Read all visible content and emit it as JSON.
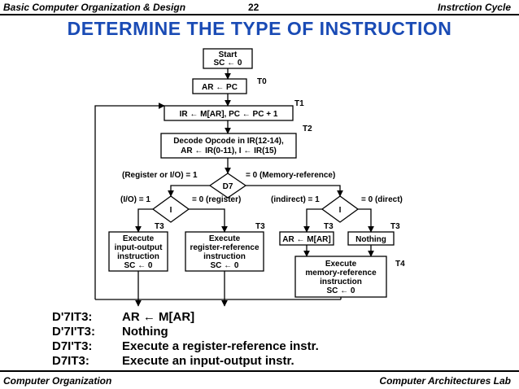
{
  "header": {
    "left": "Basic Computer Organization & Design",
    "page": "22",
    "right": "Instrction Cycle"
  },
  "title": "DETERMINE  THE  TYPE  OF  INSTRUCTION",
  "flow": {
    "start_line1": "Start",
    "start_line2": "SC ← 0",
    "t0_box": "AR ← PC",
    "t0": "T0",
    "t1_box": "IR ← M[AR],  PC ← PC + 1",
    "t1": "T1",
    "t2": "T2",
    "decode_line1": "Decode Opcode in IR(12-14),",
    "decode_line2": "AR ← IR(0-11),   I ← IR(15)",
    "d7": "D7",
    "d7_left": "(Register or I/O) = 1",
    "d7_right": "= 0 (Memory-reference)",
    "i_left": "I",
    "i_left_one": "(I/O) = 1",
    "i_left_zero": "= 0 (register)",
    "i_right": "I",
    "i_right_one": "(indirect) = 1",
    "i_right_zero": "= 0 (direct)",
    "t3": "T3",
    "t4": "T4",
    "exec_io": [
      "Execute",
      "input-output",
      "instruction",
      "SC ←  0"
    ],
    "exec_reg": [
      "Execute",
      "register-reference",
      "instruction",
      "SC ←  0"
    ],
    "ar_mar": "AR ← M[AR]",
    "nothing": "Nothing",
    "exec_mem": [
      "Execute",
      "memory-reference",
      "instruction",
      "SC ←  0"
    ]
  },
  "legend": [
    {
      "code": "D'7IT3:",
      "desc": "AR ← M[AR]"
    },
    {
      "code": "D'7I'T3:",
      "desc": "Nothing"
    },
    {
      "code": "D7I'T3:",
      "desc": "Execute a register-reference instr."
    },
    {
      "code": "D7IT3:",
      "desc": "Execute an input-output instr."
    }
  ],
  "footer": {
    "left": "Computer Organization",
    "right": "Computer Architectures Lab"
  },
  "colors": {
    "title": "#1a4bb5"
  }
}
